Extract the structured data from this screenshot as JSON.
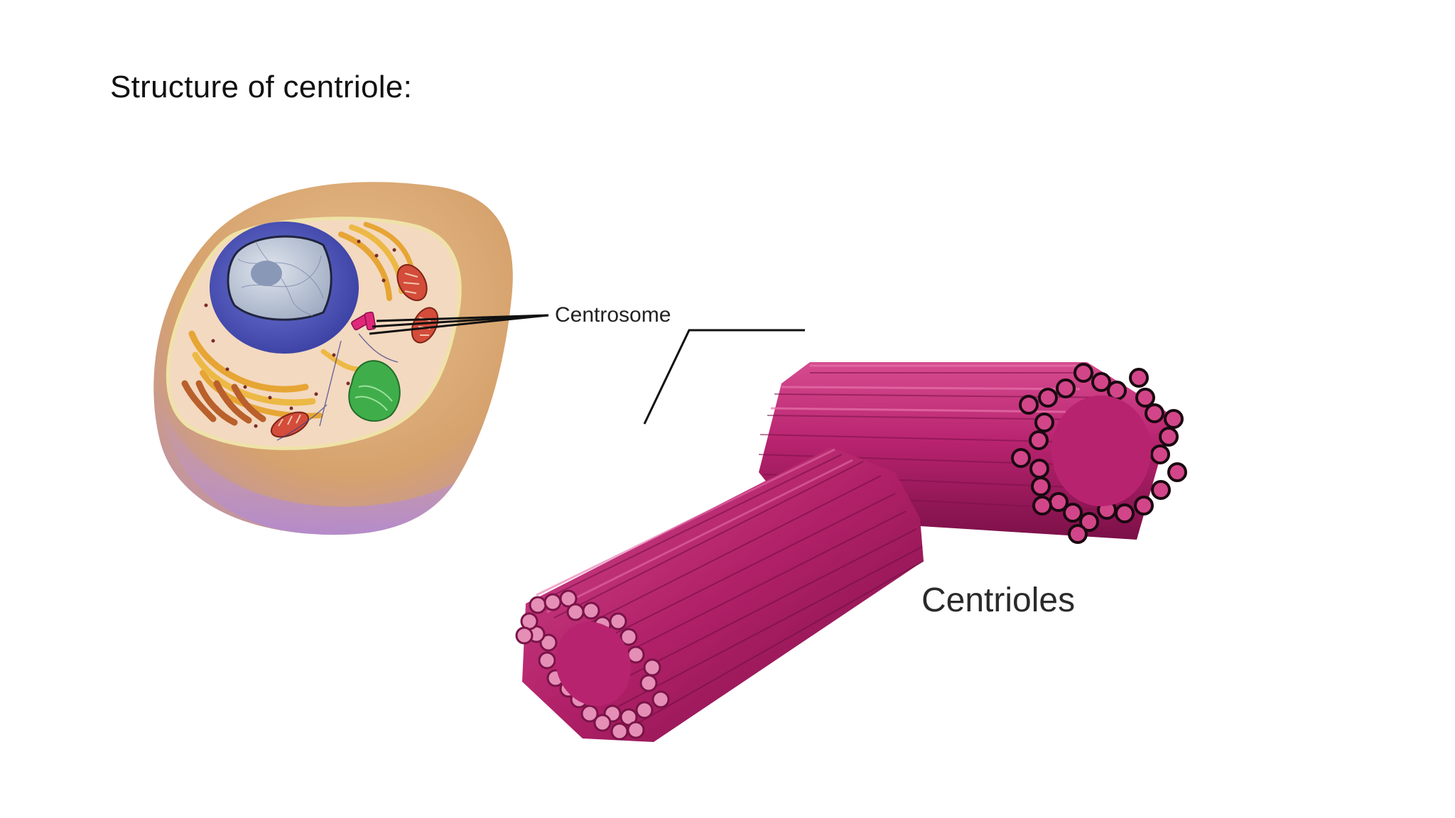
{
  "slide": {
    "title": "Structure of centriole:"
  },
  "diagram": {
    "labels": {
      "centrosome": "Centrosome",
      "centrioles": "Centrioles"
    },
    "colors": {
      "cell_membrane": "#d9a877",
      "cytoplasm": "#f4dcc4",
      "nucleus": "#4c52b5",
      "nucleoplasm": "#b9c3d3",
      "nucleolus": "#8a98b7",
      "golgi": "#e3a52f",
      "mitochondria": "#c0432f",
      "chloroplast_like_organelle": "#3fae4a",
      "centriole_tubes": "#b8236f",
      "centriole_tube_dark": "#7b1048",
      "centriole_tube_light": "#d9498f"
    }
  }
}
